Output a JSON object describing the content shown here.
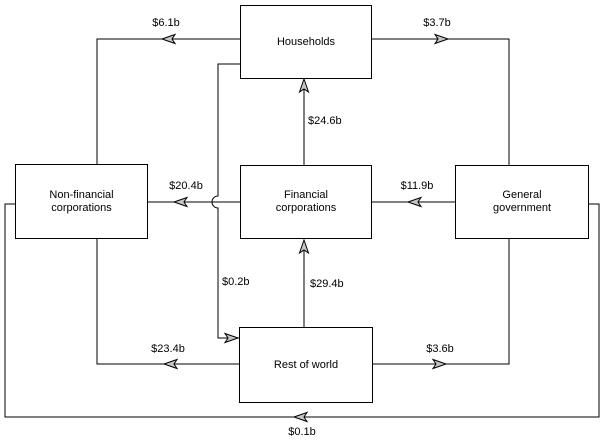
{
  "diagram": {
    "background_color": "#ffffff",
    "line_color": "#000000",
    "arrowhead_fill_color": "#c6c6c6",
    "nodes": {
      "households": {
        "label": "Households"
      },
      "non_financial_corporations": {
        "label": [
          "Non-financial",
          "corporations"
        ]
      },
      "financial_corporations": {
        "label": [
          "Financial",
          "corporations"
        ]
      },
      "general_government": {
        "label": [
          "General",
          "government"
        ]
      },
      "rest_of_world": {
        "label": "Rest of world"
      }
    },
    "flows": {
      "households_to_non_financial": {
        "label": "$6.1b",
        "from": "Households",
        "to": "Non-financial corporations"
      },
      "households_to_general_government": {
        "label": "$3.7b",
        "from": "Households",
        "to": "General government"
      },
      "financial_to_households": {
        "label": "$24.6b",
        "from": "Financial corporations",
        "to": "Households"
      },
      "financial_to_non_financial": {
        "label": "$20.4b",
        "from": "Financial corporations",
        "to": "Non-financial corporations"
      },
      "general_government_to_financial": {
        "label": "$11.9b",
        "from": "General government",
        "to": "Financial corporations"
      },
      "households_to_rest_of_world": {
        "label": "$0.2b",
        "from": "Households",
        "to": "Rest of world"
      },
      "rest_of_world_to_financial": {
        "label": "$29.4b",
        "from": "Rest of world",
        "to": "Financial corporations"
      },
      "rest_of_world_to_non_financial": {
        "label": "$23.4b",
        "from": "Rest of world",
        "to": "Non-financial corporations"
      },
      "rest_of_world_to_general_government": {
        "label": "$3.6b",
        "from": "Rest of world",
        "to": "General government"
      },
      "general_government_to_non_financial": {
        "label": "$0.1b",
        "from": "General government",
        "to": "Non-financial corporations"
      }
    }
  }
}
